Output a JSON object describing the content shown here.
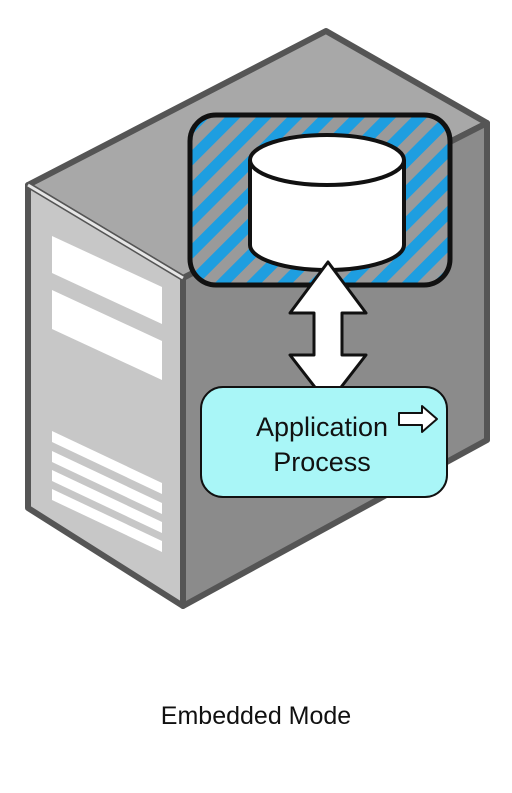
{
  "diagram": {
    "process_label_line1": "Application",
    "process_label_line2": "Process",
    "caption": "Embedded Mode"
  },
  "colors": {
    "server_front": "#c7c7c7",
    "server_side": "#8b8b8b",
    "server_top": "#a8a8a8",
    "server_outline": "#555555",
    "database_frame_stripe": "#1e9ee0",
    "database_frame_stripe_alt": "#9a9a9a",
    "process_box_fill": "#a9f6f7",
    "arrow_fill": "#ffffff",
    "outline": "#111111"
  },
  "icons": {
    "process_arrow": "right-arrow-icon",
    "database": "database-cylinder-icon",
    "server": "server-tower-icon"
  }
}
